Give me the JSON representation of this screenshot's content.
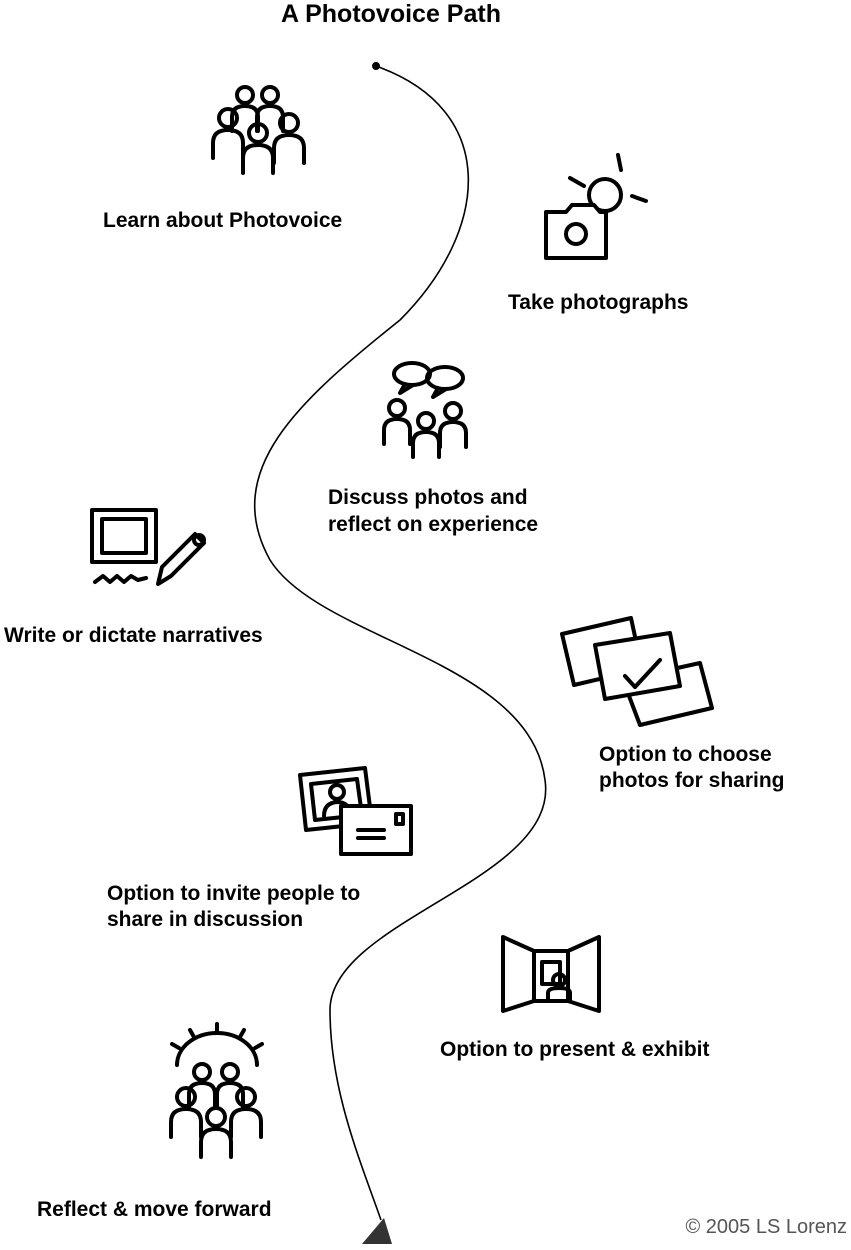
{
  "title": "A Photovoice Path",
  "steps": [
    {
      "label_lines": [
        "Learn about Photovoice"
      ],
      "icon": "group-icon"
    },
    {
      "label_lines": [
        "Take photographs"
      ],
      "icon": "camera-flash-icon"
    },
    {
      "label_lines": [
        "Discuss photos and",
        "reflect on experience"
      ],
      "icon": "discussion-group-icon"
    },
    {
      "label_lines": [
        "Write or dictate narratives"
      ],
      "icon": "tablet-pen-icon"
    },
    {
      "label_lines": [
        "Option to choose",
        "photos for sharing"
      ],
      "icon": "photos-checkmark-icon"
    },
    {
      "label_lines": [
        "Option to invite people to",
        "share in discussion"
      ],
      "icon": "photo-envelope-icon"
    },
    {
      "label_lines": [
        "Option to present & exhibit"
      ],
      "icon": "exhibit-icon"
    },
    {
      "label_lines": [
        "Reflect & move forward"
      ],
      "icon": "group-sun-icon"
    }
  ],
  "copyright": "© 2005 LS Lorenz"
}
